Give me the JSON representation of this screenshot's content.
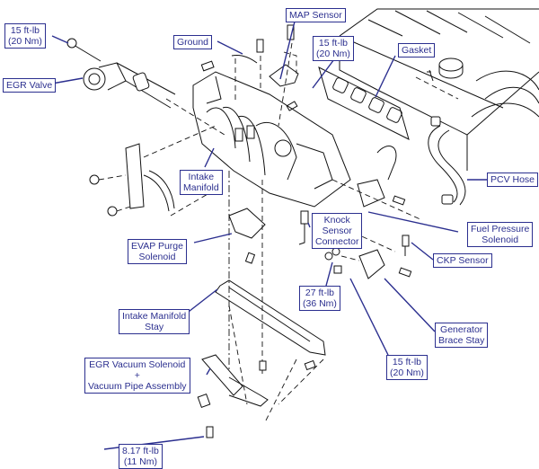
{
  "diagram": {
    "title": "Intake Manifold Exploded View",
    "accent_color": "#2b2f8f",
    "labels": {
      "torque_egr_bolt": [
        "15 ft-lb",
        "(20 Nm)"
      ],
      "egr_valve": [
        "EGR Valve"
      ],
      "ground": [
        "Ground"
      ],
      "map_sensor": [
        "MAP Sensor"
      ],
      "torque_map_bolt": [
        "15 ft-lb",
        "(20 Nm)"
      ],
      "gasket": [
        "Gasket"
      ],
      "pcv_hose": [
        "PCV Hose"
      ],
      "intake_manifold": [
        "Intake",
        "Manifold"
      ],
      "knock_sensor_connector": [
        "Knock",
        "Sensor",
        "Connector"
      ],
      "fuel_pressure_solenoid": [
        "Fuel Pressure",
        "Solenoid"
      ],
      "evap_purge_solenoid": [
        "EVAP Purge",
        "Solenoid"
      ],
      "ckp_sensor": [
        "CKP Sensor"
      ],
      "torque_27": [
        "27 ft-lb",
        "(36 Nm)"
      ],
      "generator_brace_stay": [
        "Generator",
        "Brace Stay"
      ],
      "intake_manifold_stay": [
        "Intake Manifold",
        "Stay"
      ],
      "torque_brace_bolt": [
        "15 ft-lb",
        "(20 Nm)"
      ],
      "egr_vacuum_solenoid": [
        "EGR Vacuum Solenoid",
        "+",
        "Vacuum Pipe Assembly"
      ],
      "torque_8_17": [
        "8.17 ft-lb",
        "(11 Nm)"
      ]
    }
  }
}
